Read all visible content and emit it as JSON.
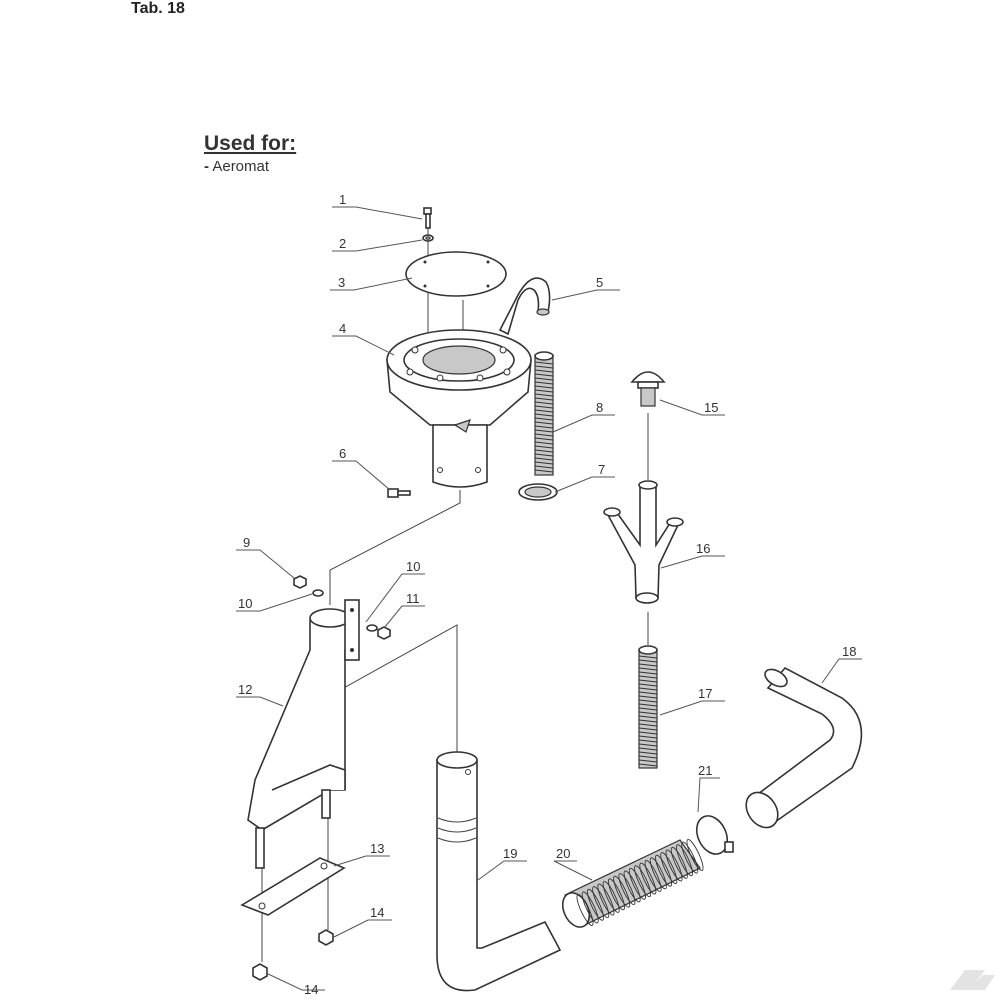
{
  "page": {
    "tab_label": "Tab. 18",
    "used_for_heading": "Used for:",
    "used_for_item_dash": "-",
    "used_for_item": "Aeromat"
  },
  "callouts": [
    {
      "id": "c1",
      "label": "1"
    },
    {
      "id": "c2",
      "label": "2"
    },
    {
      "id": "c3",
      "label": "3"
    },
    {
      "id": "c4",
      "label": "4"
    },
    {
      "id": "c5",
      "label": "5"
    },
    {
      "id": "c6",
      "label": "6"
    },
    {
      "id": "c7",
      "label": "7"
    },
    {
      "id": "c8",
      "label": "8"
    },
    {
      "id": "c9",
      "label": "9"
    },
    {
      "id": "c10a",
      "label": "10"
    },
    {
      "id": "c10b",
      "label": "10"
    },
    {
      "id": "c11",
      "label": "11"
    },
    {
      "id": "c12",
      "label": "12"
    },
    {
      "id": "c13",
      "label": "13"
    },
    {
      "id": "c14a",
      "label": "14"
    },
    {
      "id": "c14b",
      "label": "14"
    },
    {
      "id": "c15",
      "label": "15"
    },
    {
      "id": "c16",
      "label": "16"
    },
    {
      "id": "c17",
      "label": "17"
    },
    {
      "id": "c18",
      "label": "18"
    },
    {
      "id": "c19",
      "label": "19"
    },
    {
      "id": "c20",
      "label": "20"
    },
    {
      "id": "c21",
      "label": "21"
    }
  ],
  "colors": {
    "line": "#333333",
    "shade": "#c8c8c8",
    "logo": "#e3e3e3"
  }
}
